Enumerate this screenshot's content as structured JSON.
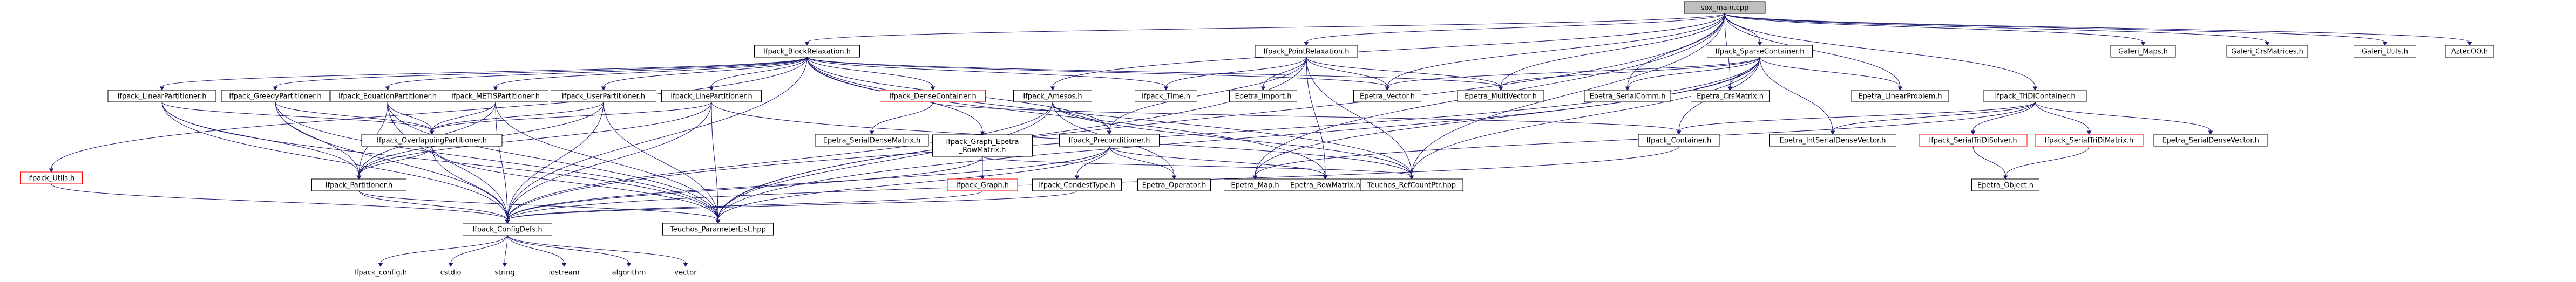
{
  "nodes": {
    "root": "sox_main.cpp",
    "ifpack_blockrelaxation": "Ifpack_BlockRelaxation.h",
    "ifpack_pointrelaxation": "Ifpack_PointRelaxation.h",
    "ifpack_sparsecontainer": "Ifpack_SparseContainer.h",
    "galeri_maps": "Galeri_Maps.h",
    "galeri_crsmatrices": "Galeri_CrsMatrices.h",
    "galeri_utils": "Galeri_Utils.h",
    "aztecoo": "AztecOO.h",
    "ifpack_linearpartitioner": "Ifpack_LinearPartitioner.h",
    "ifpack_greedypartitioner": "Ifpack_GreedyPartitioner.h",
    "ifpack_equationpartitioner": "Ifpack_EquationPartitioner.h",
    "ifpack_metispartitioner": "Ifpack_METISPartitioner.h",
    "ifpack_userpartitioner": "Ifpack_UserPartitioner.h",
    "ifpack_linepartitioner": "Ifpack_LinePartitioner.h",
    "ifpack_densecontainer": "Ifpack_DenseContainer.h",
    "ifpack_amesos": "Ifpack_Amesos.h",
    "ifpack_time": "Ifpack_Time.h",
    "epetra_import": "Epetra_Import.h",
    "epetra_vector": "Epetra_Vector.h",
    "epetra_multivector": "Epetra_MultiVector.h",
    "epetra_serialcomm": "Epetra_SerialComm.h",
    "epetra_crsmatrix": "Epetra_CrsMatrix.h",
    "epetra_linearproblem": "Epetra_LinearProblem.h",
    "ifpack_tridicontainer": "Ifpack_TriDiContainer.h",
    "ifpack_utils": "Ifpack_Utils.h",
    "ifpack_overlappingpartitioner": "Ifpack_OverlappingPartitioner.h",
    "epetra_serialdensematrix": "Epetra_SerialDenseMatrix.h",
    "ifpack_graph_epetra_rowmatrix": "Ifpack_Graph_Epetra\n_RowMatrix.h",
    "ifpack_preconditioner": "Ifpack_Preconditioner.h",
    "ifpack_container": "Ifpack_Container.h",
    "epetra_intserialdensevector": "Epetra_IntSerialDenseVector.h",
    "ifpack_serialtridisolver": "Ifpack_SerialTriDiSolver.h",
    "ifpack_serialtridimatrix": "Ifpack_SerialTriDiMatrix.h",
    "epetra_serialdensevector": "Epetra_SerialDenseVector.h",
    "ifpack_partitioner": "Ifpack_Partitioner.h",
    "ifpack_graph": "Ifpack_Graph.h",
    "ifpack_condesttype": "Ifpack_CondestType.h",
    "epetra_operator": "Epetra_Operator.h",
    "epetra_map": "Epetra_Map.h",
    "epetra_rowmatrix": "Epetra_RowMatrix.h",
    "teuchos_refcountptr": "Teuchos_RefCountPtr.hpp",
    "epetra_object": "Epetra_Object.h",
    "ifpack_configdefs": "Ifpack_ConfigDefs.h",
    "teuchos_parameterlist": "Teuchos_ParameterList.hpp",
    "ifpack_config": "Ifpack_config.h",
    "cstdio": "cstdio",
    "string": "string",
    "iostream": "iostream",
    "algorithm": "algorithm",
    "vector": "vector"
  },
  "colors": {
    "edge": "#191970",
    "root_fill": "#bfbfbf",
    "normal_border": "#000000",
    "truncated_border": "#ff0000"
  }
}
